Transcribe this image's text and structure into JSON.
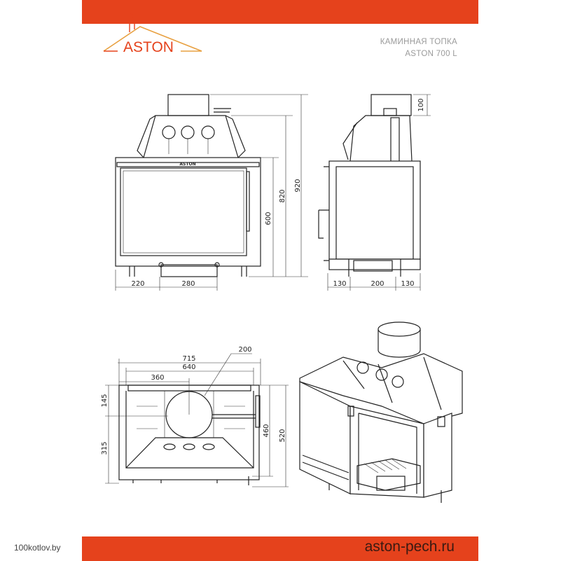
{
  "header": {
    "logo_text": "ASTON",
    "title_line1": "КАМИННАЯ ТОПКА",
    "title_line2": "ASTON 700 L",
    "brand_color": "#e5421c"
  },
  "front_view": {
    "badge": "ASTON",
    "dims": {
      "height_total": "920",
      "height_body": "820",
      "height_door": "600",
      "left_offset": "220",
      "drawer_width": "280"
    }
  },
  "side_view": {
    "dims": {
      "flue_height": "100",
      "left": "130",
      "middle": "200",
      "right": "130"
    }
  },
  "top_view": {
    "dims": {
      "width_total": "715",
      "width_inner": "640",
      "flue_offset": "360",
      "flue_diameter": "200",
      "front_depth": "145",
      "rear_depth": "315",
      "depth_inner": "460",
      "depth_total": "520"
    }
  },
  "footer": {
    "site": "aston-pech.ru",
    "watermark": "100kotlov.by"
  }
}
